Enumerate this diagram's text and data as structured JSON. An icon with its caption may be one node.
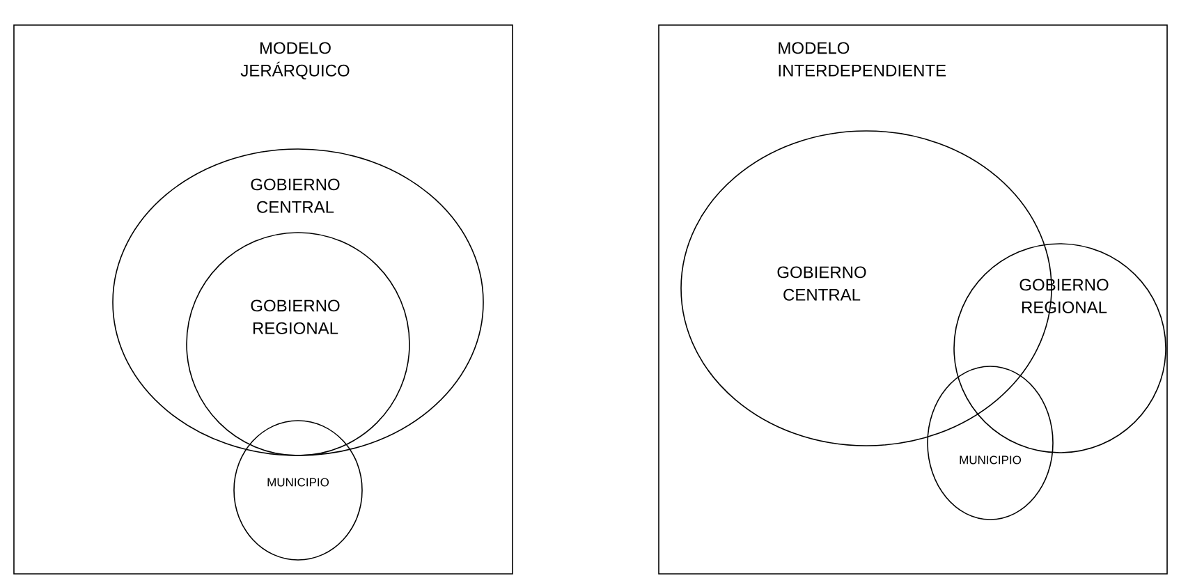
{
  "diagram": {
    "nodes": [
      {
        "text": [
          "MODELO JERÁRQUICO"
        ]
      },
      {
        "text": [
          "GOBIERNO CENTRAL"
        ],
        "in": 0
      },
      {
        "text": [
          "GOBIERNO REGIONAL"
        ],
        "in": 1
      },
      {
        "text": [
          "MUNICIPIO"
        ],
        "in": 0
      },
      {
        "text": [
          "MODELO INTERDEPENDIENTE"
        ]
      },
      {
        "text": [
          "GOBIERNO CENTRAL"
        ],
        "in": 4
      },
      {
        "text": [
          "GOBIERNO REGIONAL"
        ],
        "in": 4
      },
      {
        "text": [
          "MUNICIPIO"
        ],
        "in": 4
      }
    ]
  }
}
